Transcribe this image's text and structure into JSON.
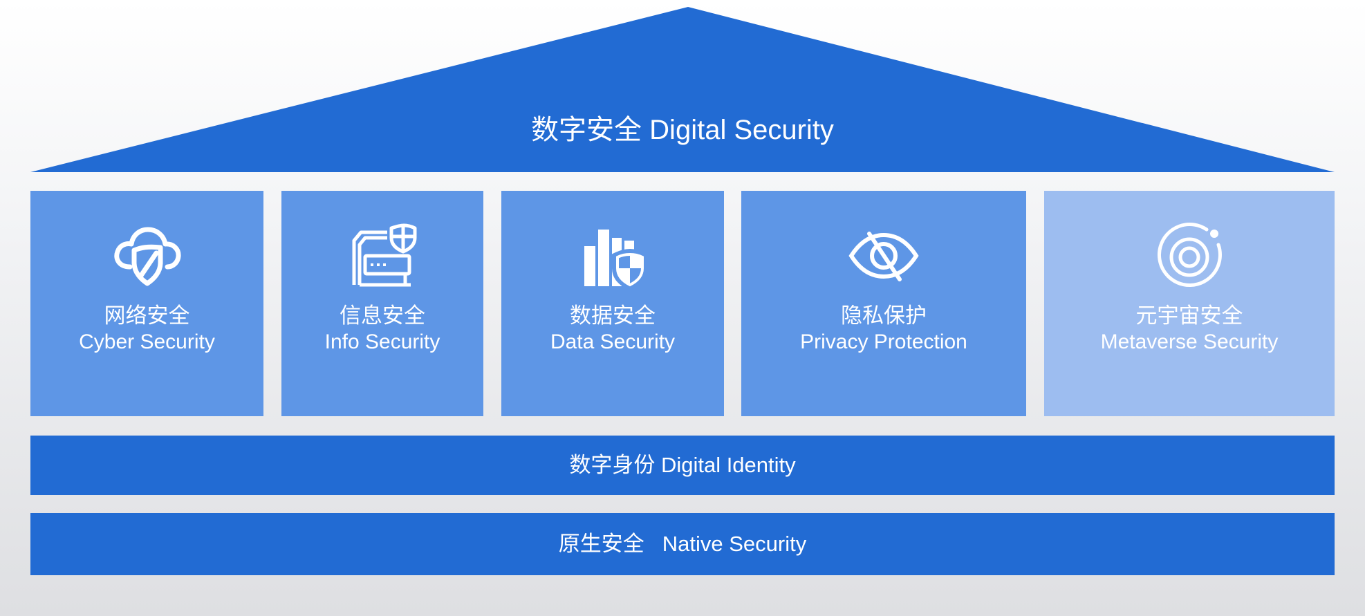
{
  "roof": {
    "title": "数字安全 Digital Security",
    "color": "#226bd3"
  },
  "pillars": [
    {
      "zh": "网络安全",
      "en": "Cyber Security",
      "icon": "cloud-shield-icon",
      "color": "#5e96e6"
    },
    {
      "zh": "信息安全",
      "en": "Info Security",
      "icon": "folder-shield-icon",
      "color": "#5e96e6"
    },
    {
      "zh": "数据安全",
      "en": "Data Security",
      "icon": "data-shield-icon",
      "color": "#5e96e6"
    },
    {
      "zh": "隐私保护",
      "en": "Privacy Protection",
      "icon": "eye-off-icon",
      "color": "#5e96e6"
    },
    {
      "zh": "元宇宙安全",
      "en": "Metaverse Security",
      "icon": "orbit-icon",
      "color": "#9dbdf0"
    }
  ],
  "bands": [
    {
      "text": "数字身份 Digital Identity",
      "color": "#226bd3"
    },
    {
      "zh": "原生安全",
      "en": "Native Security",
      "color": "#226bd3"
    }
  ]
}
